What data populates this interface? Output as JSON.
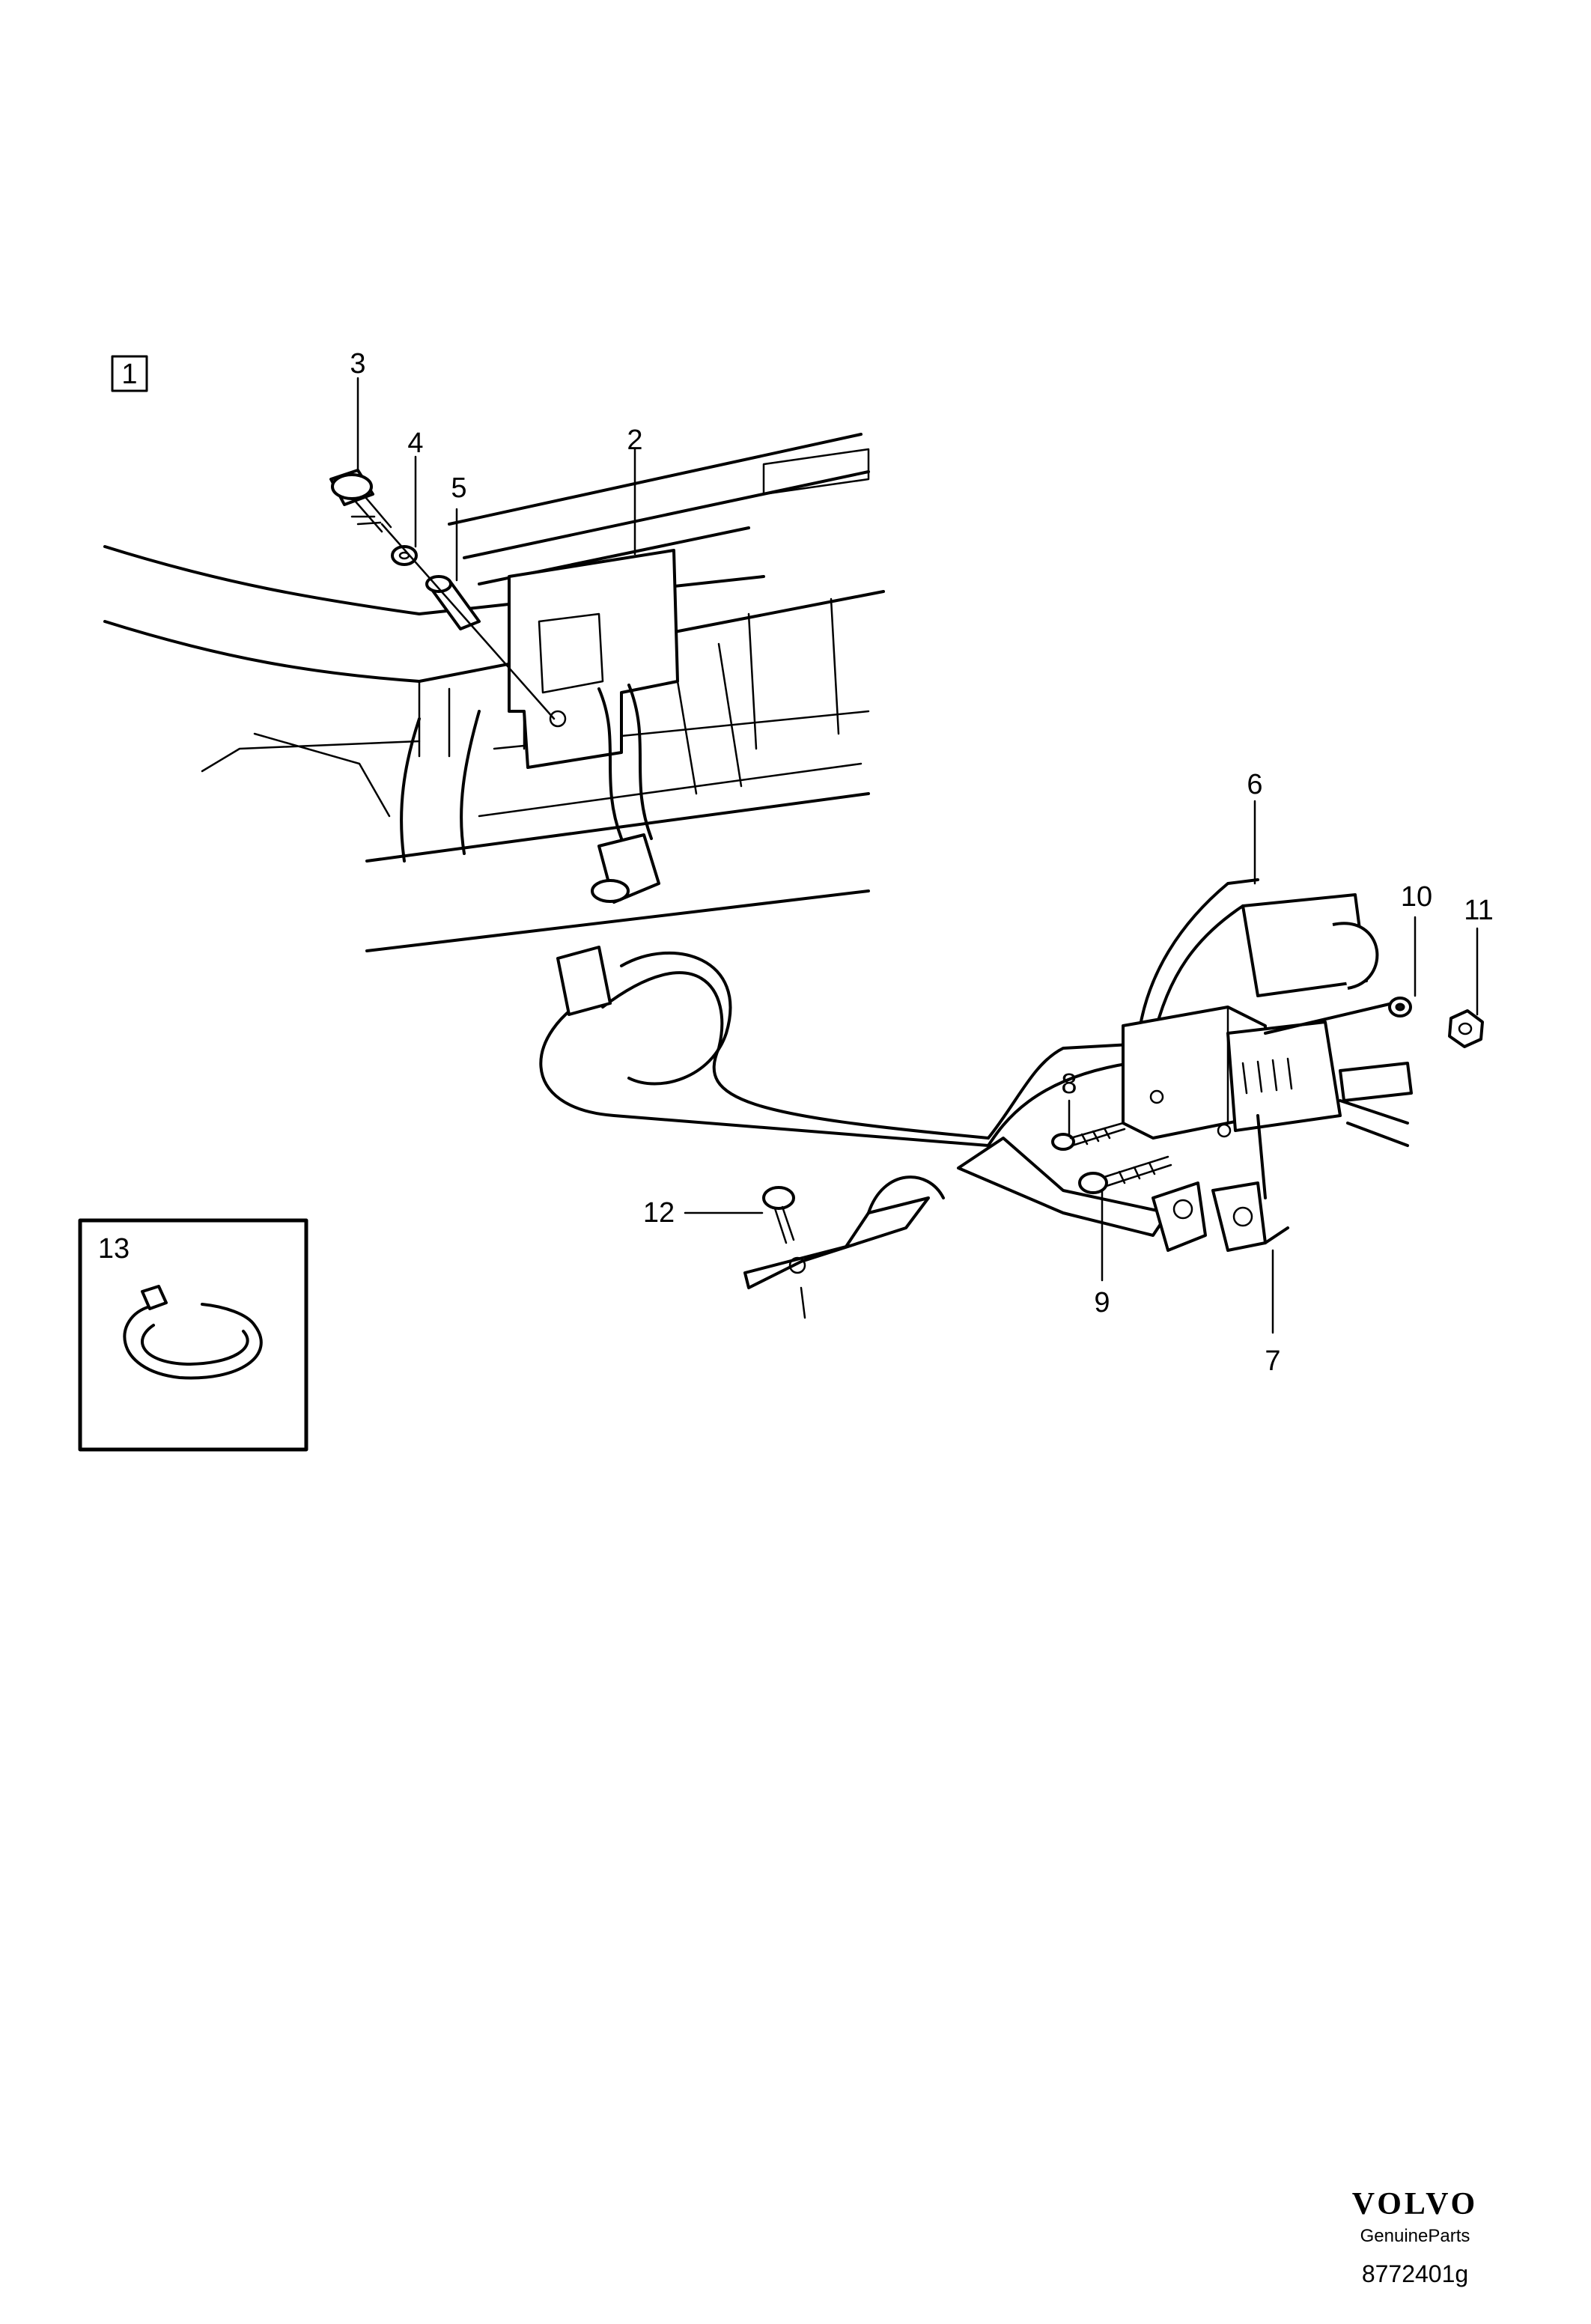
{
  "diagram": {
    "group_number": "1",
    "callouts": [
      "2",
      "3",
      "4",
      "5",
      "6",
      "7",
      "8",
      "9",
      "10",
      "11",
      "12",
      "13"
    ],
    "inset_callout": "13"
  },
  "branding": {
    "logo_text": "VOLVO",
    "subtitle": "GenuineParts",
    "diagram_id": "8772401g"
  }
}
